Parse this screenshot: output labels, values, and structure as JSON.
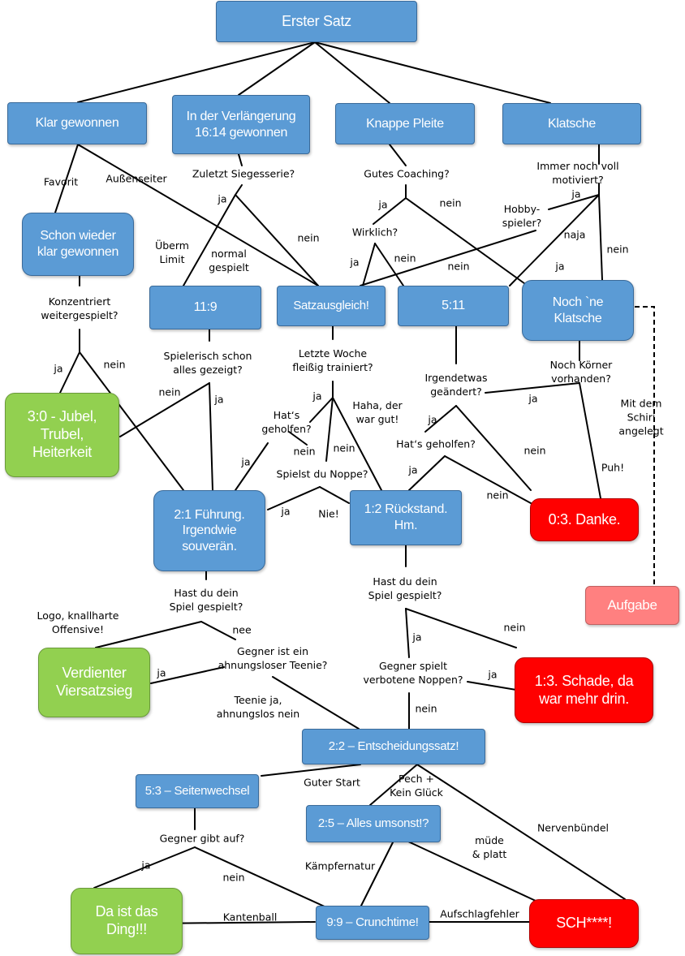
{
  "nodes": {
    "erster_satz": "Erster Satz",
    "klar_gewonnen": "Klar gewonnen",
    "verlaengerung": "In der Verlängerung\n16:14 gewonnen",
    "knappe_pleite": "Knappe Pleite",
    "klatsche": "Klatsche",
    "schon_wieder": "Schon wieder\nklar gewonnen",
    "n11_9": "11:9",
    "satzausgleich": "Satzausgleich!",
    "n5_11": "5:11",
    "noch_ne_klatsche": "Noch `ne\nKlatsche",
    "jubel": "3:0 - Jubel,\nTrubel,\nHeiterkeit",
    "fuehrung": "2:1 Führung.\nIrgendwie\nsouverän.",
    "rueckstand": "1:2 Rückstand.\nHm.",
    "danke": "0:3. Danke.",
    "aufgabe": "Aufgabe",
    "verdienter": "Verdienter\nViersatzsieg",
    "schade": "1:3. Schade, da\nwar mehr drin.",
    "entscheidung": "2:2 – Entscheidungssatz!",
    "seitenwechsel": "5:3 – Seitenwechsel",
    "umsonst": "2:5 – Alles umsonst!?",
    "ding": "Da ist das\nDing!!!",
    "crunchtime": "9:9 – Crunchtime!",
    "sch": "SCH****!"
  },
  "labels": {
    "favorit": "Favorit",
    "aussenseiter": "Außenseiter",
    "zuletzt": "Zuletzt Siegesserie?",
    "gutes_coaching": "Gutes Coaching?",
    "immer_noch": "Immer noch voll motiviert?",
    "ja_zuletzt": "ja",
    "nein_zuletzt": "nein",
    "ja_coaching": "ja",
    "nein_coaching": "nein",
    "ja_motiviert": "ja",
    "hobbyspieler": "Hobby-\nspieler?",
    "naja": "naja",
    "nein_motiviert": "nein",
    "ja_hobby": "ja",
    "wirklich": "Wirklich?",
    "ja_wirklich": "ja",
    "nein_wirklich": "nein",
    "nein_hobby": "nein",
    "uberm": "Überm\nLimit",
    "normal": "normal\ngespielt",
    "konzentriert": "Konzentriert\nweitergespielt?",
    "ja_konz": "ja",
    "nein_konz": "nein",
    "spielerisch": "Spielerisch schon\nalles gezeigt?",
    "nein_spiel": "nein",
    "ja_spiel": "ja",
    "letzte_woche": "Letzte Woche\nfleißig trainiert?",
    "ja_woche": "ja",
    "haha": "Haha, der\nwar gut!",
    "hats1": "Hat‘s\ngeholfen?",
    "nein_hats1": "nein",
    "nein_woche": "nein",
    "ja_hats1": "ja",
    "spielst": "Spielst du Noppe?",
    "ja_noppe": "ja",
    "nie": "Nie!",
    "irgendwas": "Irgendetwas\ngeändert?",
    "noch_koerner": "Noch Körner vorhanden?",
    "ja_koerner": "ja",
    "ja_irgend": "ja",
    "hats2": "Hat‘s geholfen?",
    "nein_irgend": "nein",
    "ja_hats2": "ja",
    "nein_hats2": "nein",
    "puh": "Puh!",
    "schiri": "Mit dem Schiri\nangelegt",
    "hast1": "Hast du dein\nSpiel gespielt?",
    "logo": "Logo, knallharte\nOffensive!",
    "nee": "nee",
    "gegner_teenie": "Gegner ist ein\nahnungsloser Teenie?",
    "ja_teenie": "ja",
    "teenie_ja": "Teenie ja,\nahnungslos nein",
    "hast2": "Hast du dein\nSpiel gespielt?",
    "ja_hast2": "ja",
    "nein_hast2": "nein",
    "gegner_noppen": "Gegner spielt\nverbotene Noppen?",
    "ja_noppen": "ja",
    "nein_noppen": "nein",
    "guter_start": "Guter Start",
    "pech": "Pech +\nKein Glück",
    "nervenbuendel": "Nervenbündel",
    "gegner_gibt": "Gegner gibt auf?",
    "ja_gibt": "ja",
    "nein_gibt": "nein",
    "kaempfernatur": "Kämpfernatur",
    "muede": "müde\n& platt",
    "kantenball": "Kantenball",
    "aufschlagfehler": "Aufschlagfehler"
  }
}
